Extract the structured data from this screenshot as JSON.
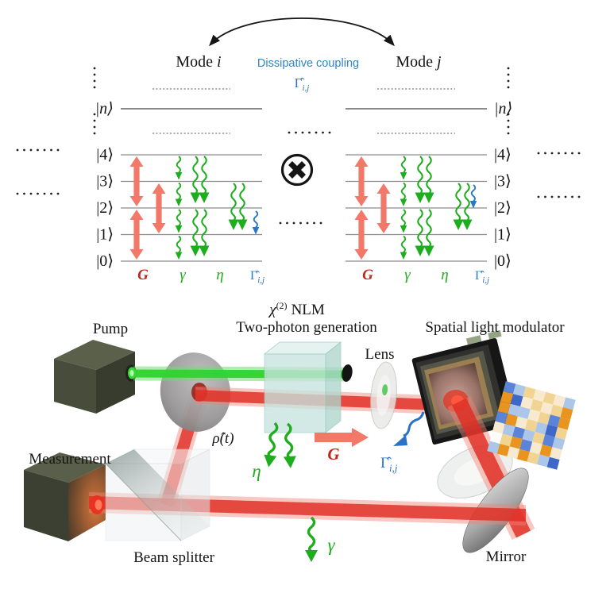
{
  "top_panel": {
    "mode_i": {
      "word": "Mode",
      "var": "i"
    },
    "mode_j": {
      "word": "Mode",
      "var": "j"
    },
    "coupling": {
      "label": "Dissipative coupling",
      "operator": "Γ̂",
      "subscript": "i,j"
    },
    "levels": [
      "|0⟩",
      "|1⟩",
      "|2⟩",
      "|3⟩",
      "|4⟩"
    ],
    "level_n": "|n⟩",
    "operators": {
      "gain": "G",
      "single_photon_loss": "γ",
      "two_photon_loss": "η",
      "dissipative": "Γ̂",
      "dissipative_sub": "i,j"
    }
  },
  "bottom_panel": {
    "labels": {
      "pump": "Pump",
      "nlm_chi": "χ",
      "nlm_sup": "(2)",
      "nlm_rest": "NLM",
      "nlm_desc": "Two-photon generation",
      "slm": "Spatial light modulator",
      "lens": "Lens",
      "rho": "ρ̂(t)",
      "measurement": "Measurement",
      "beam_splitter": "Beam splitter",
      "mirror": "Mirror",
      "eta": "η",
      "gain": "G",
      "gamma": "γ",
      "dissipative": "Γ̂",
      "dissipative_sub": "i,j"
    }
  },
  "colors": {
    "coupling_blue": "#2e86c8",
    "dissipative_blue": "#2878c8",
    "gain_arrow_red": "#f2796a",
    "gain_label_red": "#c0281a",
    "loss_green": "#1dad1d",
    "beam_red": "#e02c22",
    "beam_green": "#2fd42f"
  },
  "mosaic": {
    "palette": {
      "O": "#e8941e",
      "B": "#5b83d8",
      "D": "#3e68c8",
      "C": "#f7ead0",
      "T": "#f2d492",
      "L": "#abc6e8",
      "W": "#fcfcf8"
    },
    "grid": [
      [
        "B",
        "L",
        "T",
        "C",
        "T",
        "C",
        "L"
      ],
      [
        "O",
        "D",
        "C",
        "T",
        "C",
        "T",
        "O"
      ],
      [
        "O",
        "L",
        "L",
        "C",
        "T",
        "B",
        "O"
      ],
      [
        "B",
        "O",
        "C",
        "T",
        "L",
        "D",
        "T"
      ],
      [
        "C",
        "L",
        "B",
        "L",
        "T",
        "B",
        "L"
      ],
      [
        "W",
        "T",
        "O",
        "B",
        "C",
        "O",
        "C"
      ],
      [
        "L",
        "O",
        "C",
        "O",
        "T",
        "L",
        "D"
      ]
    ]
  }
}
